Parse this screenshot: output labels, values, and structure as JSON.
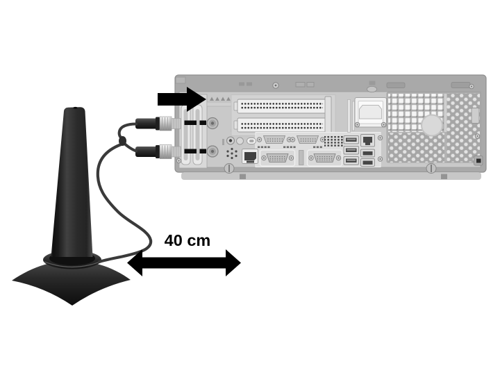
{
  "figure": {
    "kind": "hardware-installation-diagram",
    "distance_label": "40 cm",
    "components": [
      "external-antenna",
      "antenna-stand-base",
      "split-coaxial-cable",
      "coax-connector-upper",
      "coax-connector-lower",
      "antenna-connection-posts",
      "rear-io-bracket",
      "pci-slot-covers",
      "serial-ports",
      "vga-ports",
      "usb-ports",
      "ethernet-port",
      "power-inlet",
      "ventilation-grille",
      "insertion-arrow",
      "distance-arrow"
    ]
  },
  "colors": {
    "background": "#ffffff",
    "arrow_black": "#000000",
    "label_text": "#000000",
    "chassis_gray": "#a9a9a9",
    "panel_gray": "#c9c9c9",
    "plate_light": "#dedede",
    "antenna_black": "#1d1d1d",
    "cable_gray": "#3a3a3a",
    "connector_metal": "#c9c9c9"
  }
}
